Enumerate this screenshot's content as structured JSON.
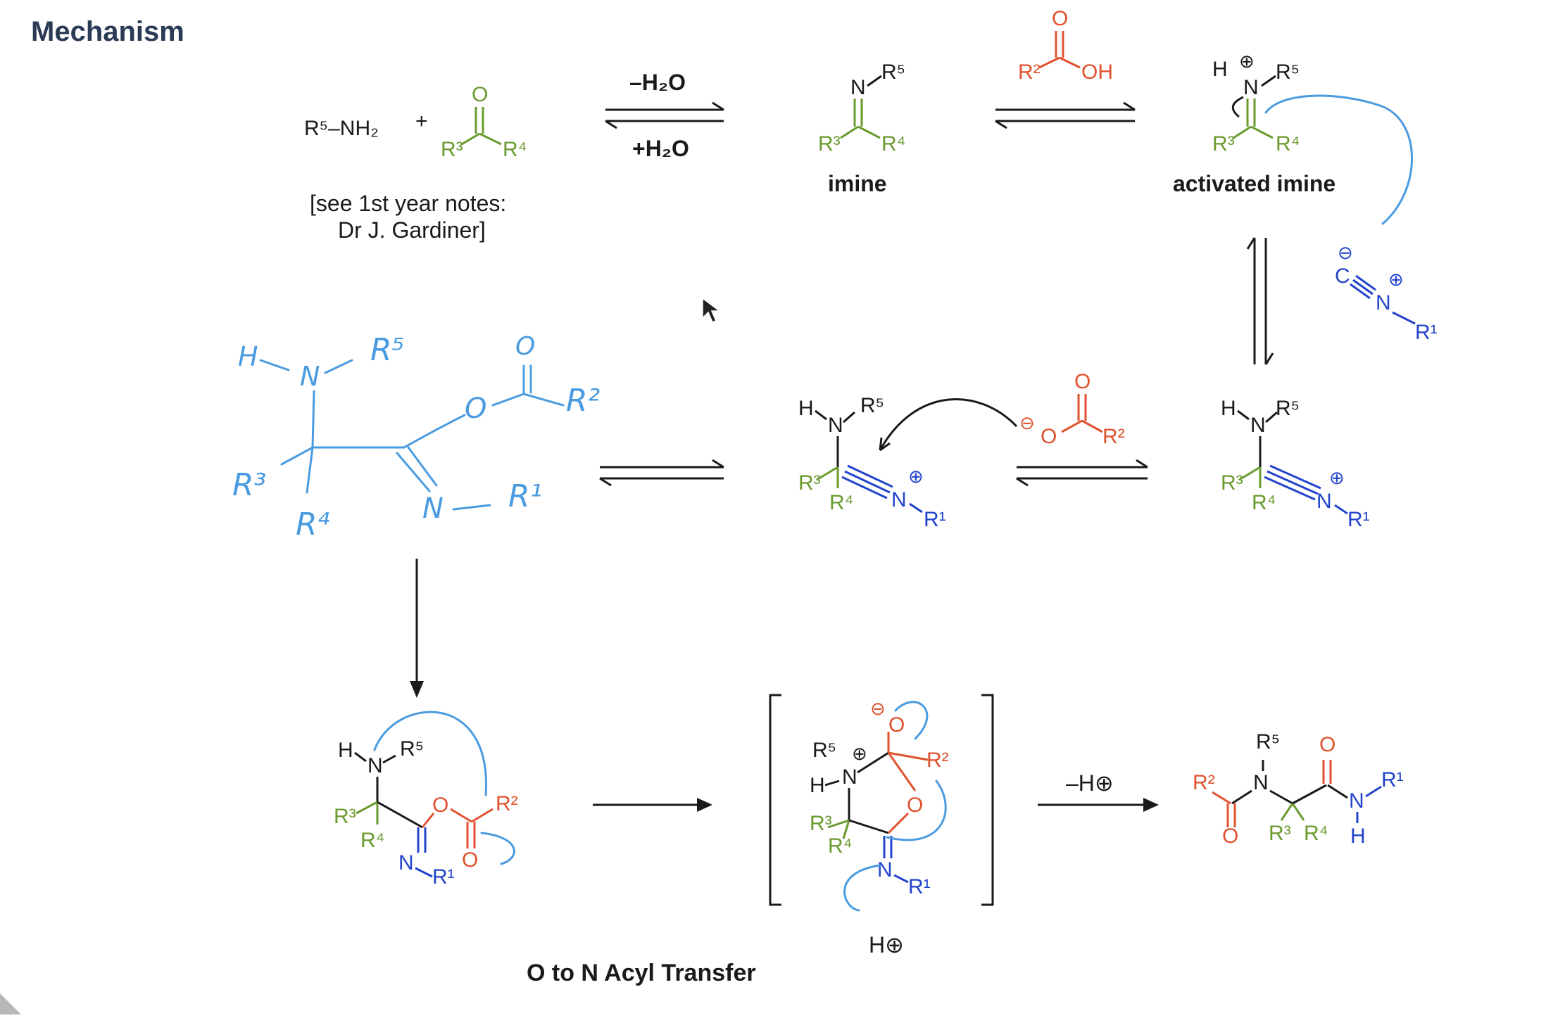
{
  "title": "Mechanism",
  "step1": {
    "amine": "R⁵–NH₂",
    "plus": "+",
    "ketone_o": "O",
    "ketone_r3": "R³",
    "ketone_r4": "R⁴",
    "note_line1": "[see 1st year notes:",
    "note_line2": "Dr J. Gardiner]",
    "arrow_top": "–H₂O",
    "arrow_bottom": "+H₂O"
  },
  "imine": {
    "label": "imine",
    "n": "N",
    "r5": "R⁵",
    "r3": "R³",
    "r4": "R⁴"
  },
  "acid": {
    "o": "O",
    "r2": "R²",
    "oh": "OH"
  },
  "activated_imine": {
    "label": "activated imine",
    "h": "H",
    "n": "N",
    "r5": "R⁵",
    "r3": "R³",
    "r4": "R⁴",
    "plus": "⊕"
  },
  "isocyanide": {
    "minus": "⊖",
    "c": "C",
    "n": "N",
    "plus": "⊕",
    "r1": "R¹"
  },
  "nitrilium_right": {
    "h": "H",
    "n": "N",
    "r5": "R⁵",
    "r3": "R³",
    "r4": "R⁴",
    "n2": "N",
    "plus": "⊕",
    "r1": "R¹"
  },
  "nitrilium_mid": {
    "h": "H",
    "n": "N",
    "r5": "R⁵",
    "r3": "R³",
    "r4": "R⁴",
    "n2": "N",
    "plus": "⊕",
    "r1": "R¹"
  },
  "carboxylate": {
    "minus": "⊖",
    "o1": "O",
    "o2": "O",
    "r2": "R²"
  },
  "handwritten": {
    "h": "H",
    "n": "N",
    "r5": "R⁵",
    "o_top": "O",
    "o": "O",
    "r2": "R²",
    "r3": "R³",
    "r4": "R⁴",
    "n2": "N",
    "r1": "R¹"
  },
  "imidate": {
    "h": "H",
    "n": "N",
    "r5": "R⁵",
    "r3": "R³",
    "r4": "R⁴",
    "o1": "O",
    "r2": "R²",
    "n2": "N",
    "r1": "R¹",
    "o2": "O"
  },
  "intermediate": {
    "r5": "R⁵",
    "plus": "⊕",
    "h": "H",
    "n": "N",
    "minus": "⊖",
    "o1": "O",
    "r2": "R²",
    "r3": "R³",
    "o2": "O",
    "r4": "R⁴",
    "n2": "N",
    "r1": "R¹",
    "hplus": "H⊕"
  },
  "deprotonation": "–H⊕",
  "product": {
    "r2": "R²",
    "n": "N",
    "r5": "R⁵",
    "o1": "O",
    "r3": "R³",
    "r4": "R⁴",
    "o2": "O",
    "nh_n": "N",
    "nh_h": "H",
    "r1": "R¹"
  },
  "footer": "O to N Acyl Transfer",
  "colors": {
    "black": "#1a1a1a",
    "green": "#6a9a2e",
    "red": "#e0522d",
    "blue": "#2244cc",
    "handwritten": "#4a9be0",
    "title": "#2b3a55"
  }
}
